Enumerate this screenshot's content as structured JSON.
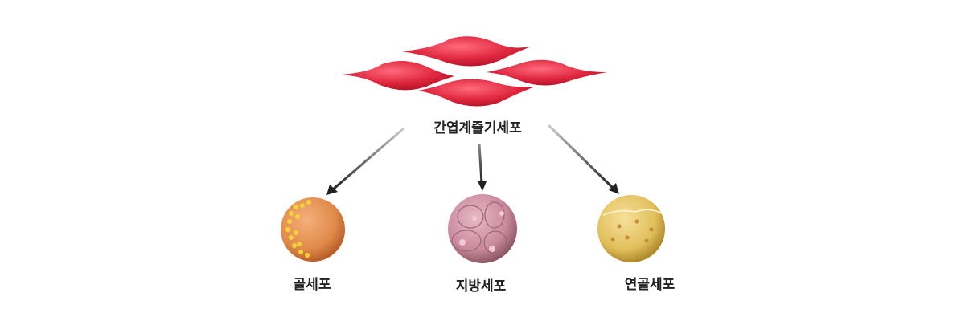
{
  "title": "간엽계줄기세포",
  "targets": [
    {
      "label": "골세포",
      "color": "#e08a4a"
    },
    {
      "label": "지방세포",
      "color": "#c98a9c"
    },
    {
      "label": "연골세포",
      "color": "#e2bf5c"
    }
  ],
  "stem_cell_color": "#e0283f"
}
